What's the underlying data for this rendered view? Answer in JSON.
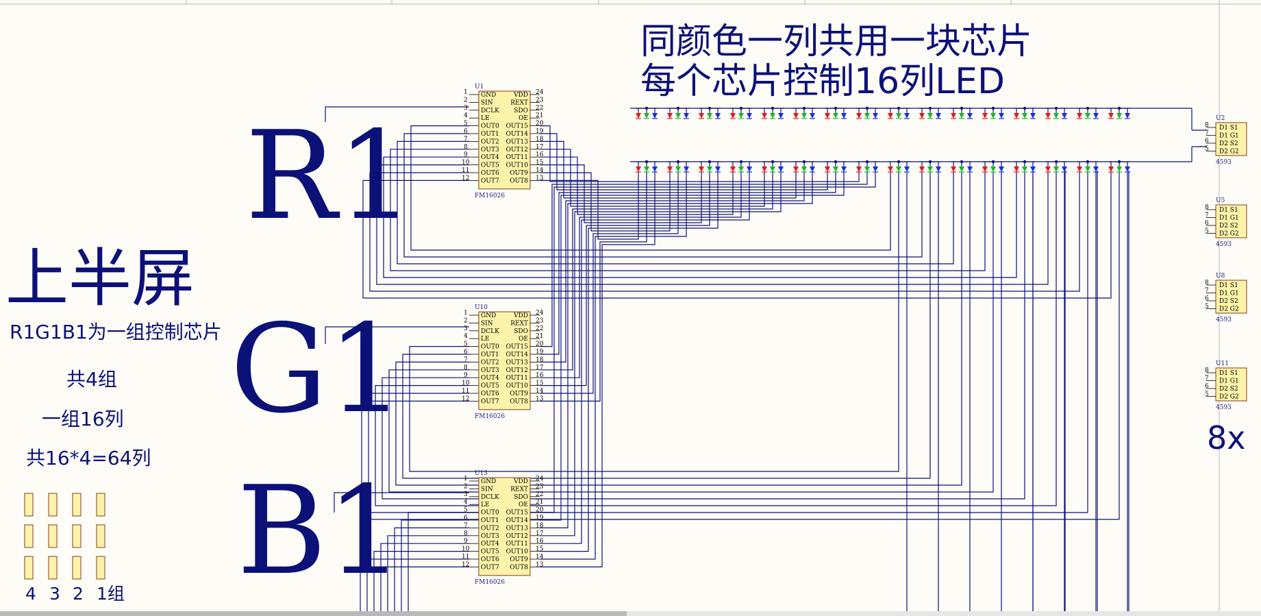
{
  "title": {
    "line1": "同颜色一列共用一块芯片",
    "line2": "每个芯片控制16列LED"
  },
  "labels": {
    "R1": "R1",
    "G1": "G1",
    "B1": "B1",
    "upper_half": "上半屏",
    "group_note": "R1G1B1为一组控制芯片",
    "groups_total": "共4组",
    "cols_per_group": "一组16列",
    "total_cols": "共16*4=64列",
    "group_numbers": [
      "4",
      "3",
      "2",
      "1组"
    ],
    "multiplier": "8x"
  },
  "driver_chip": {
    "part": "FM16026",
    "left_pins": [
      {
        "num": "1",
        "name": "GND"
      },
      {
        "num": "2",
        "name": "SIN"
      },
      {
        "num": "3",
        "name": "DCLK"
      },
      {
        "num": "4",
        "name": "LE"
      },
      {
        "num": "5",
        "name": "OUT0"
      },
      {
        "num": "6",
        "name": "OUT1"
      },
      {
        "num": "7",
        "name": "OUT2"
      },
      {
        "num": "8",
        "name": "OUT3"
      },
      {
        "num": "9",
        "name": "OUT4"
      },
      {
        "num": "10",
        "name": "OUT5"
      },
      {
        "num": "11",
        "name": "OUT6"
      },
      {
        "num": "12",
        "name": "OUT7"
      }
    ],
    "right_pins": [
      {
        "num": "24",
        "name": "VDD"
      },
      {
        "num": "23",
        "name": "REXT"
      },
      {
        "num": "22",
        "name": "SDO"
      },
      {
        "num": "21",
        "name": "OE"
      },
      {
        "num": "20",
        "name": "OUT15"
      },
      {
        "num": "19",
        "name": "OUT14"
      },
      {
        "num": "18",
        "name": "OUT13"
      },
      {
        "num": "17",
        "name": "OUT12"
      },
      {
        "num": "16",
        "name": "OUT11"
      },
      {
        "num": "15",
        "name": "OUT10"
      },
      {
        "num": "14",
        "name": "OUT9"
      },
      {
        "num": "13",
        "name": "OUT8"
      }
    ]
  },
  "driver_refs": [
    "U1",
    "U10",
    "U13"
  ],
  "switch_chip": {
    "part": "4593",
    "pin_nums": [
      "8",
      "7",
      "6",
      "5"
    ],
    "rows": [
      "D1  S1",
      "D1  G1",
      "D2  S2",
      "D2  G2"
    ]
  },
  "switch_refs": [
    "U2",
    "U5",
    "U8",
    "U11"
  ],
  "led_columns": 16,
  "colors": {
    "wire": "#0c1178",
    "chip_fill": "#fbf3a9",
    "chip_border": "#8a3a1c",
    "led_red": "#e31b1b",
    "led_green": "#1fb52a",
    "led_blue": "#1b2de3",
    "background": "#fdfcf7",
    "connector_fill": "#fbf3a9"
  }
}
